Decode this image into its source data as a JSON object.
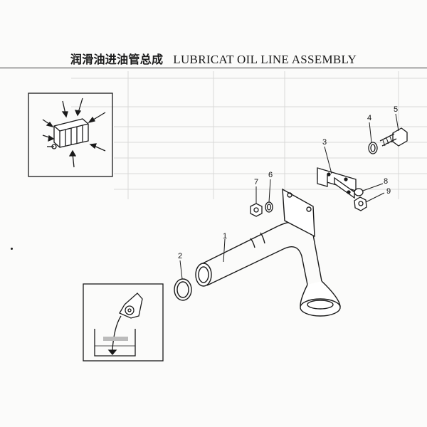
{
  "header": {
    "title_zh": "润滑油进油管总成",
    "title_en": "LUBRICAT OIL LINE ASSEMBLY"
  },
  "callouts": [
    {
      "id": "c1",
      "label": "1"
    },
    {
      "id": "c2",
      "label": "2"
    },
    {
      "id": "c3",
      "label": "3"
    },
    {
      "id": "c4",
      "label": "4"
    },
    {
      "id": "c5",
      "label": "5"
    },
    {
      "id": "c6",
      "label": "6"
    },
    {
      "id": "c7",
      "label": "7"
    },
    {
      "id": "c8",
      "label": "8"
    },
    {
      "id": "c9",
      "label": "9"
    }
  ],
  "colors": {
    "ink": "#1a1a1a",
    "faint": "#cfcfcf",
    "paper": "#fbfbfa"
  }
}
